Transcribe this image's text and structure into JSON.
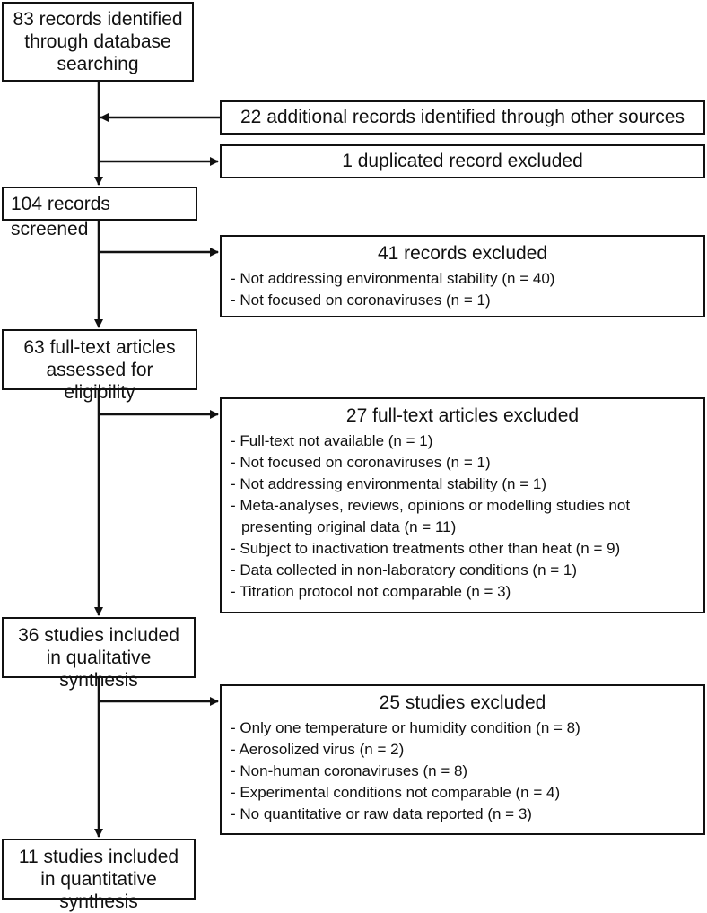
{
  "main_steps": [
    {
      "id": "identified",
      "text": "83 records identified through database searching"
    },
    {
      "id": "screened",
      "text": "104 records screened"
    },
    {
      "id": "fulltext",
      "text": "63 full-text articles assessed for eligibility"
    },
    {
      "id": "qualitative",
      "text": "36 studies included in qualitative synthesis"
    },
    {
      "id": "quantitative",
      "text": "11 studies included in quantitative synthesis"
    }
  ],
  "side_boxes": {
    "additional": "22 additional records identified through other sources",
    "duplicates": "1 duplicated record excluded",
    "records_excluded": {
      "title": "41 records excluded",
      "items": [
        "Not addressing environmental stability (n = 40)",
        "Not focused on coronaviruses (n = 1)"
      ]
    },
    "fulltext_excluded": {
      "title": "27 full-text articles excluded",
      "items": [
        "Full-text not available (n = 1)",
        "Not focused on coronaviruses (n = 1)",
        "Not addressing environmental stability (n = 1)",
        "Meta-analyses, reviews, opinions or modelling studies not presenting original data (n = 11)",
        "Subject to inactivation treatments other than heat (n = 9)",
        "Data collected in non-laboratory conditions (n = 1)",
        "Titration protocol not comparable (n = 3)"
      ]
    },
    "studies_excluded": {
      "title": "25 studies excluded",
      "items": [
        "Only one temperature or humidity condition (n = 8)",
        "Aerosolized virus (n = 2)",
        "Non-human coronaviruses (n = 8)",
        "Experimental conditions not comparable (n = 4)",
        "No quantitative or raw data reported (n = 3)"
      ]
    }
  }
}
